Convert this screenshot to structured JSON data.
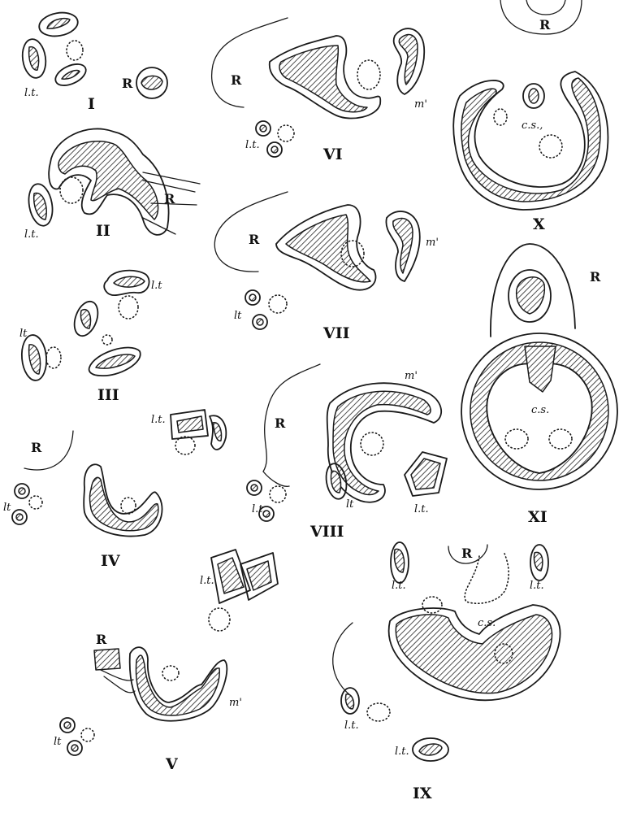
{
  "labels": {
    "R": "R",
    "lt_a": "l.t.",
    "lt_b": "lt",
    "lt_c": "l.t",
    "m1": "m'",
    "cs": "c.s.",
    "cs2": "c.s.,"
  },
  "figures": {
    "I": "I",
    "II": "II",
    "III": "III",
    "IV": "IV",
    "V": "V",
    "VI": "VI",
    "VII": "VII",
    "VIII": "VIII",
    "IX": "IX",
    "X": "X",
    "XI": "XI"
  }
}
